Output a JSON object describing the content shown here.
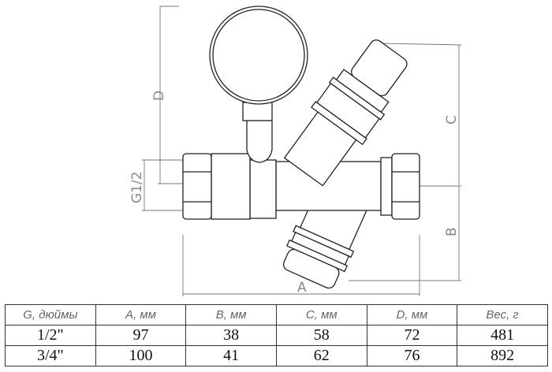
{
  "drawing": {
    "dimension_labels": {
      "A": "A",
      "B": "B",
      "C": "C",
      "D": "D",
      "G": "G1/2"
    }
  },
  "table": {
    "headers": [
      "G, дюймы",
      "A, мм",
      "B, мм",
      "C, мм",
      "D, мм",
      "Вес, г"
    ],
    "rows": [
      [
        "1/2\"",
        "97",
        "38",
        "58",
        "72",
        "481"
      ],
      [
        "3/4\"",
        "100",
        "41",
        "62",
        "76",
        "892"
      ]
    ]
  }
}
